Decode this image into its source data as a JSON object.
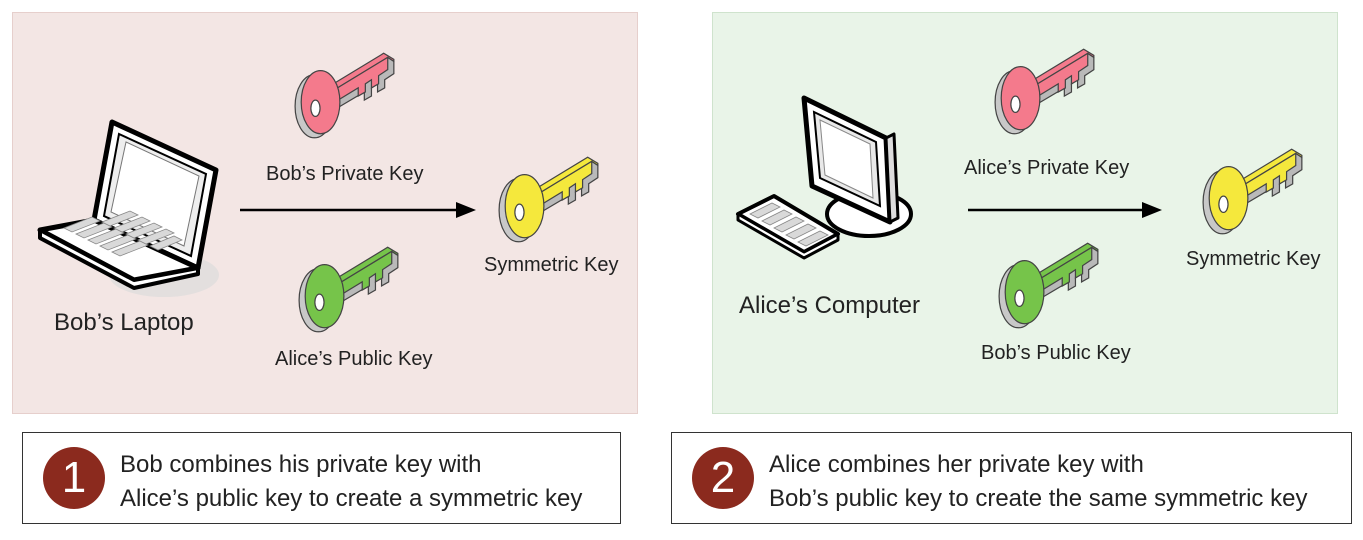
{
  "colors": {
    "left_panel_bg": "#f3e6e4",
    "right_panel_bg": "#e9f4e8",
    "private_key": "#f47a8c",
    "public_key": "#76c44a",
    "symmetric_key": "#f5e83c",
    "badge": "#8b2a1e"
  },
  "left_panel": {
    "device_icon": "laptop-icon",
    "device_label": "Bob’s Laptop",
    "private_key_label": "Bob’s Private Key",
    "public_key_label": "Alice’s Public Key",
    "symmetric_key_label": "Symmetric Key"
  },
  "right_panel": {
    "device_icon": "desktop-computer-icon",
    "device_label": "Alice’s Computer",
    "private_key_label": "Alice’s Private Key",
    "public_key_label": "Bob’s Public Key",
    "symmetric_key_label": "Symmetric Key"
  },
  "steps": [
    {
      "number": "1",
      "line1": "Bob combines his private key with",
      "line2": "Alice’s public key to create a symmetric key"
    },
    {
      "number": "2",
      "line1": "Alice combines her private key with",
      "line2": "Bob’s public key to create the same symmetric key"
    }
  ]
}
